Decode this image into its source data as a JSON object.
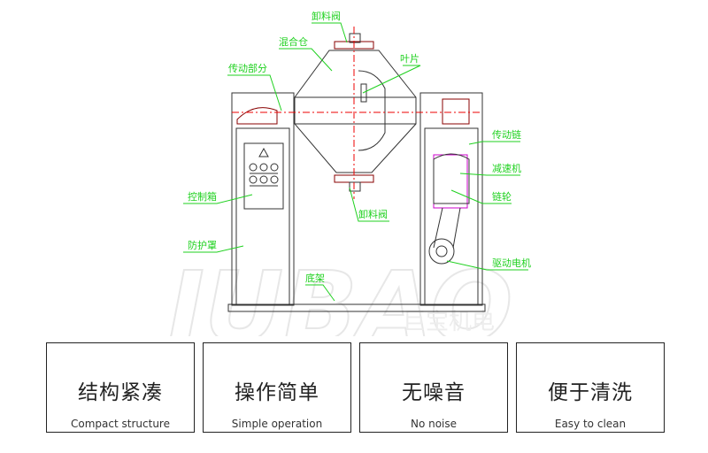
{
  "diagram": {
    "labels": {
      "discharge_valve_top": "卸料阀",
      "mixing_bin": "混合仓",
      "blade": "叶片",
      "transmission_part": "传动部分",
      "transmission_chain": "传动链",
      "reducer": "减速机",
      "sprocket": "链轮",
      "control_box": "控制箱",
      "discharge_valve_bottom": "卸料阀",
      "protective_cover": "防护罩",
      "drive_motor": "驱动电机",
      "base_frame": "底架"
    },
    "watermark": {
      "brand": "JUBAO",
      "cn": "巨宝机电"
    }
  },
  "features": [
    {
      "cn": "结构紧凑",
      "en": "Compact structure"
    },
    {
      "cn": "操作简单",
      "en": "Simple operation"
    },
    {
      "cn": "无噪音",
      "en": "No noise"
    },
    {
      "cn": "便于清洗",
      "en": "Easy to clean"
    }
  ]
}
